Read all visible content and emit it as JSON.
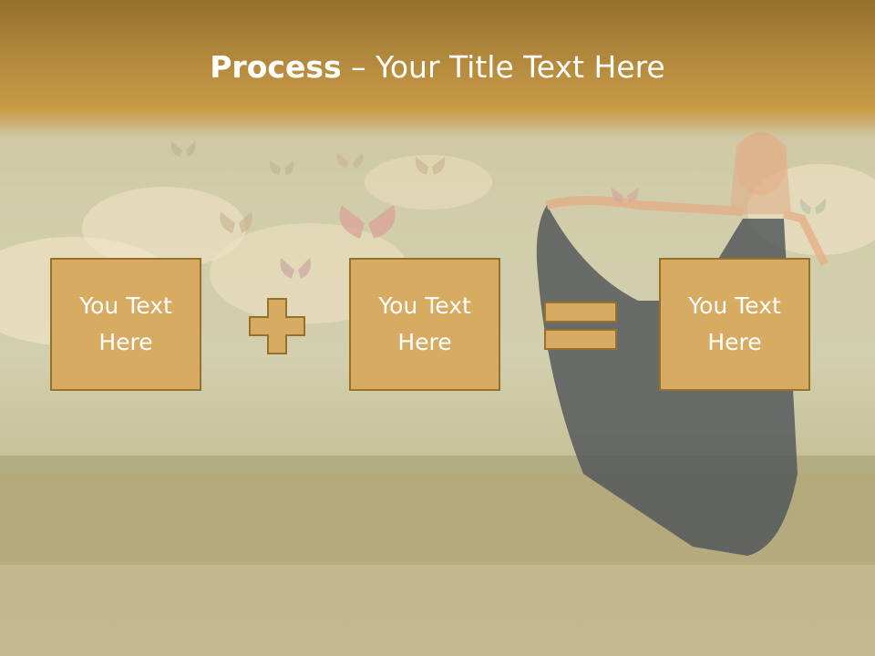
{
  "title": {
    "bold": "Process",
    "rest": " – Your Title Text Here"
  },
  "boxes": [
    {
      "text1": "You Text",
      "text2": "Here"
    },
    {
      "text1": "You Text",
      "text2": "Here"
    },
    {
      "text1": "You Text",
      "text2": "Here"
    }
  ],
  "colors": {
    "header": "#b38a3d",
    "box_fill": "#d7ab62",
    "box_border": "#96712e",
    "text": "#ffffff"
  },
  "icons": [
    "plus-icon",
    "equals-icon",
    "butterfly-icon",
    "woman-in-dress-image"
  ]
}
